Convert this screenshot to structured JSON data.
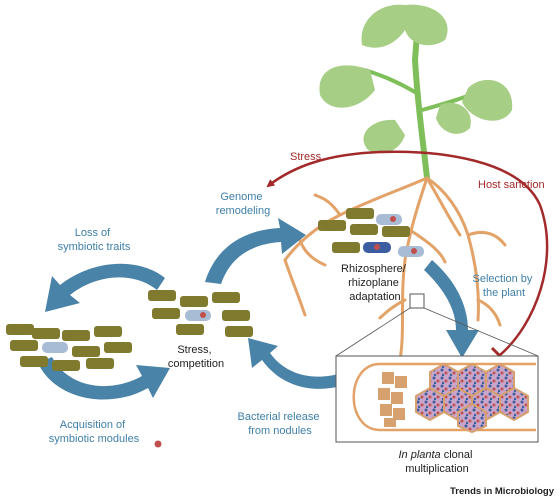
{
  "labels": {
    "stress": "Stress",
    "host_sanction": "Host sanction",
    "genome_remodeling": [
      "Genome",
      "remodeling"
    ],
    "loss_of_symbiotic_traits": [
      "Loss of",
      "symbiotic traits"
    ],
    "rhizosphere": [
      "Rhizosphere/",
      "rhizoplane",
      "adaptation"
    ],
    "selection_by_plant": [
      "Selection by",
      "the plant"
    ],
    "stress_competition": [
      "Stress,",
      "competition"
    ],
    "acquisition": [
      "Acquisition of",
      "symbiotic modules"
    ],
    "bacterial_release": [
      "Bacterial release",
      "from nodules"
    ],
    "in_planta_italic": "In planta",
    "in_planta_rest": " clonal",
    "multiplication": "multiplication",
    "journal": "Trends in Microbiology"
  },
  "colors": {
    "bacterium_olive": "#7f7a2e",
    "bacterium_lightblue": "#a9bcd6",
    "bacterium_blue": "#3c5ea0",
    "module_red": "#c0504d",
    "arrow_blue": "#4a83a8",
    "arrow_red": "#a32a2a",
    "root": "#e3a267",
    "leaf": "#a7ce85",
    "stem": "#7fbf5a",
    "nodule_cells": "#d7a16f"
  }
}
